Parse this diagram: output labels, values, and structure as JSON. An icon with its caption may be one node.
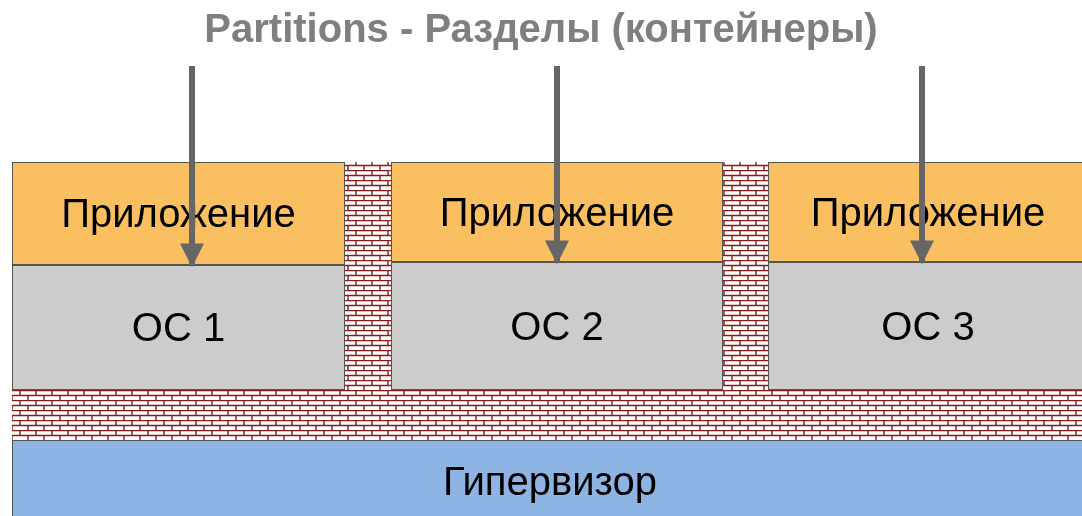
{
  "diagram": {
    "nodes": [
      {
        "text": [
          "Partitions - Разделы (контейнеры)"
        ]
      },
      {
        "text": [
          "Приложение"
        ]
      },
      {
        "text": [
          "ОС 1"
        ]
      },
      {
        "text": [
          "Приложение"
        ]
      },
      {
        "text": [
          "ОС 2"
        ]
      },
      {
        "text": [
          "Приложение"
        ]
      },
      {
        "text": [
          "ОС 3"
        ]
      },
      {
        "text": [
          "Гипервизор"
        ]
      }
    ],
    "edges": [
      {
        "from": 0,
        "to": 1,
        "arrow": "to"
      },
      {
        "from": 0,
        "to": 3,
        "arrow": "to"
      },
      {
        "from": 0,
        "to": 5,
        "arrow": "to"
      }
    ]
  }
}
